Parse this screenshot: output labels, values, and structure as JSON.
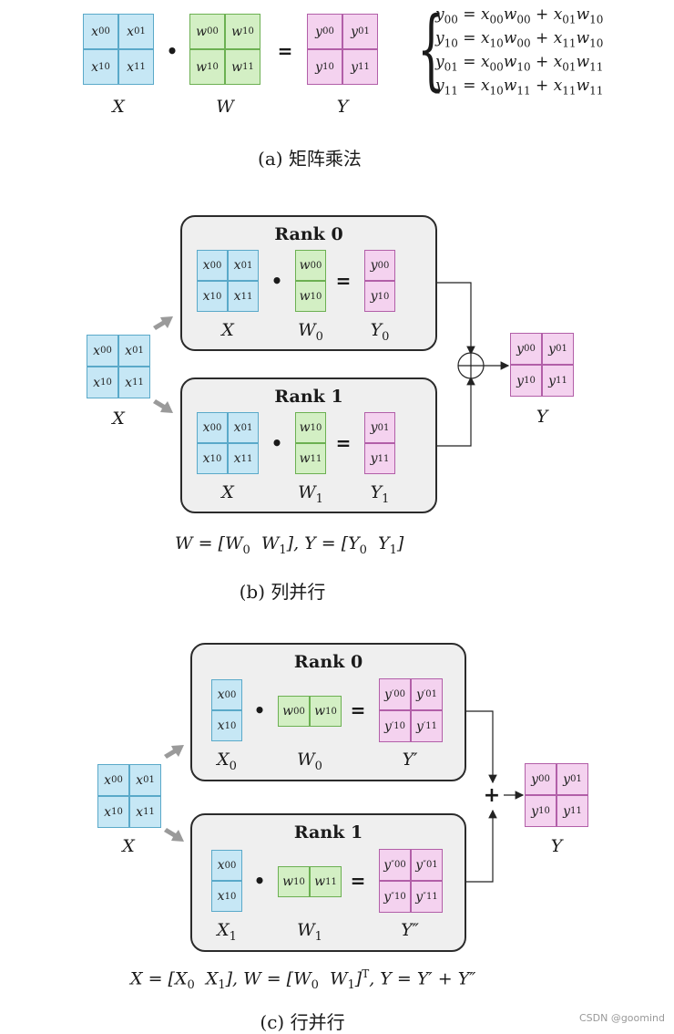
{
  "part_a": {
    "caption": "(a) 矩阵乘法",
    "x_cells": [
      [
        "x",
        "00"
      ],
      [
        "x",
        "01"
      ],
      [
        "x",
        "10"
      ],
      [
        "x",
        "11"
      ]
    ],
    "w_cells": [
      [
        "w",
        "00"
      ],
      [
        "w",
        "10"
      ],
      [
        "w",
        "10"
      ],
      [
        "w",
        "11"
      ]
    ],
    "y_cells": [
      [
        "y",
        "00"
      ],
      [
        "y",
        "01"
      ],
      [
        "y",
        "10"
      ],
      [
        "y",
        "11"
      ]
    ],
    "labels": {
      "x": "X",
      "w": "W",
      "y": "Y"
    },
    "dot": "•",
    "equals": "=",
    "equations": [
      "y<sub>00</sub> = x<sub>00</sub>w<sub>00</sub> + x<sub>01</sub>w<sub>10</sub>",
      "y<sub>10</sub> = x<sub>10</sub>w<sub>00</sub> + x<sub>11</sub>w<sub>10</sub>",
      "y<sub>01</sub> = x<sub>00</sub>w<sub>10</sub> + x<sub>01</sub>w<sub>11</sub>",
      "y<sub>11</sub> = x<sub>10</sub>w<sub>11</sub> + x<sub>11</sub>w<sub>11</sub>"
    ]
  },
  "part_b": {
    "caption": "(b) 列并行",
    "input_label": "X",
    "output_label": "Y",
    "rank0_title": "Rank 0",
    "rank1_title": "Rank 1",
    "rank0": {
      "w_cells": [
        [
          "w",
          "00"
        ],
        [
          "w",
          "10"
        ]
      ],
      "y_cells": [
        [
          "y",
          "00"
        ],
        [
          "y",
          "10"
        ]
      ],
      "labels": {
        "x": "X",
        "w": "W<sub>0</sub>",
        "y": "Y<sub>0</sub>"
      }
    },
    "rank1": {
      "w_cells": [
        [
          "w",
          "10"
        ],
        [
          "w",
          "11"
        ]
      ],
      "y_cells": [
        [
          "y",
          "01"
        ],
        [
          "y",
          "11"
        ]
      ],
      "labels": {
        "x": "X",
        "w": "W<sub>1</sub>",
        "y": "Y<sub>1</sub>"
      }
    },
    "formula": "W = [W<sub>0</sub>&nbsp; W<sub>1</sub>], Y = [Y<sub>0</sub>&nbsp; Y<sub>1</sub>]"
  },
  "part_c": {
    "caption": "(c) 行并行",
    "input_label": "X",
    "output_label": "Y",
    "rank0_title": "Rank 0",
    "rank1_title": "Rank 1",
    "plus": "+",
    "rank0": {
      "x_cells": [
        [
          "x",
          "00"
        ],
        [
          "x",
          "10"
        ]
      ],
      "w_cells": [
        [
          "w",
          "00"
        ],
        [
          "w",
          "10"
        ]
      ],
      "y_cells": [
        [
          "y",
          "00",
          "′"
        ],
        [
          "y",
          "01",
          "′"
        ],
        [
          "y",
          "10",
          "′"
        ],
        [
          "y",
          "11",
          "′"
        ]
      ],
      "labels": {
        "x": "X<sub>0</sub>",
        "w": "W<sub>0</sub>",
        "y": "Y′"
      }
    },
    "rank1": {
      "x_cells": [
        [
          "x",
          "00"
        ],
        [
          "x",
          "10"
        ]
      ],
      "w_cells": [
        [
          "w",
          "10"
        ],
        [
          "w",
          "11"
        ]
      ],
      "y_cells": [
        [
          "y",
          "00",
          "″"
        ],
        [
          "y",
          "01",
          "″"
        ],
        [
          "y",
          "10",
          "″"
        ],
        [
          "y",
          "11",
          "″"
        ]
      ],
      "labels": {
        "x": "X<sub>1</sub>",
        "w": "W<sub>1</sub>",
        "y": "Y″"
      }
    },
    "formula": "X = [X<sub>0</sub>&nbsp; X<sub>1</sub>], W = [W<sub>0</sub>&nbsp; W<sub>1</sub>]<sup>T</sup>, Y = Y′ + Y″"
  },
  "watermark": "CSDN @goomind",
  "colors": {
    "blue": "#c6e7f5",
    "green": "#d3efc4",
    "pink": "#f4d2ef",
    "box": "#efefef"
  }
}
